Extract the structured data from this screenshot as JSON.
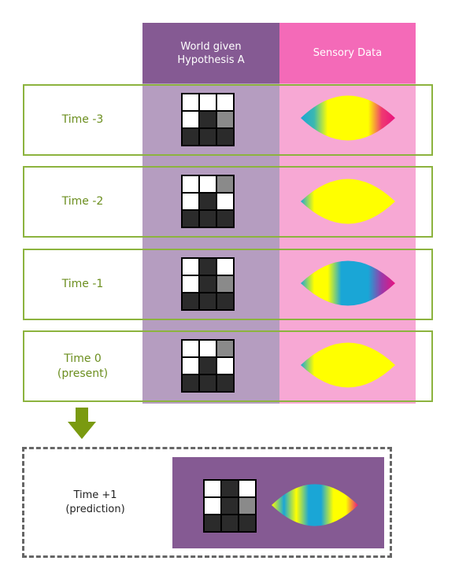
{
  "columns": {
    "world": "World given\nHypothesis A",
    "sensory": "Sensory Data"
  },
  "colors": {
    "world_col": "#b59dc0",
    "world_header": "#855a93",
    "sensory_col": "#f7a8d4",
    "sensory_header": "#f46ab8",
    "row_border": "#8cb33e",
    "label_text": "#6b8e1e",
    "arrow": "#7a9a10",
    "prediction_panel": "#855a93",
    "cell_white": "#ffffff",
    "cell_gray": "#8a8a8a",
    "cell_dark": "#2b2b2b"
  },
  "rows": [
    {
      "label": "Time  -3",
      "grid": [
        "w",
        "w",
        "w",
        "w",
        "d",
        "g",
        "d",
        "d",
        "d"
      ],
      "bands": [
        "#1aa6d6",
        "#3cb8b0",
        "#ffff00",
        "#ffff00",
        "#ffff00",
        "#ffff00",
        "#ef3a70",
        "#e9127f"
      ]
    },
    {
      "label": "Time  -2",
      "grid": [
        "w",
        "w",
        "g",
        "w",
        "d",
        "w",
        "d",
        "d",
        "d"
      ],
      "bands": [
        "#1aa6d6",
        "#ffff00",
        "#ffff00",
        "#ffff00",
        "#ffff00",
        "#ffff00",
        "#ffff00",
        "#ffff00"
      ]
    },
    {
      "label": "Time  -1",
      "grid": [
        "w",
        "d",
        "w",
        "w",
        "d",
        "g",
        "d",
        "d",
        "d"
      ],
      "bands": [
        "#1aa6d6",
        "#ffff00",
        "#ffff00",
        "#1aa6d6",
        "#1aa6d6",
        "#1aa6d6",
        "#9a3aaa",
        "#e9127f"
      ]
    },
    {
      "label": "Time  0\n(present)",
      "grid": [
        "w",
        "w",
        "g",
        "w",
        "d",
        "w",
        "d",
        "d",
        "d"
      ],
      "bands": [
        "#1aa6d6",
        "#ffff00",
        "#ffff00",
        "#ffff00",
        "#ffff00",
        "#ffff00",
        "#ffff00",
        "#ffff00"
      ]
    }
  ],
  "prediction": {
    "label": "Time  +1\n(prediction)",
    "grid": [
      "w",
      "d",
      "w",
      "w",
      "d",
      "g",
      "d",
      "d",
      "d"
    ],
    "bands": [
      "#ffff00",
      "#1aa6d6",
      "#ffff00",
      "#1aa6d6",
      "#1aa6d6",
      "#ffff00",
      "#ffff00",
      "#e9127f"
    ]
  },
  "icons": {
    "arrow": "down-arrow-icon"
  }
}
